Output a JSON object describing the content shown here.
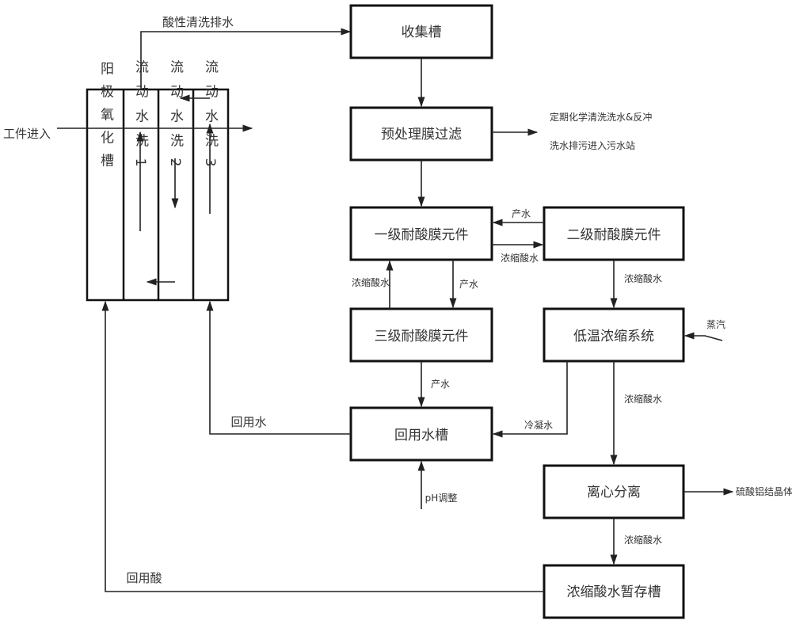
{
  "nodes": {
    "collect": "收集槽",
    "prefilter": "预处理膜过滤",
    "stage1": "一级耐酸膜元件",
    "stage2": "二级耐酸膜元件",
    "stage3": "三级耐酸膜元件",
    "lowtemp": "低温浓缩系统",
    "reuse_tank": "回用水槽",
    "centrifuge": "离心分离",
    "acid_store": "浓缩酸水暂存槽"
  },
  "tank_columns": {
    "anodizing": "阳极氧化槽",
    "rinse1": "流动水洗1",
    "rinse2": "流动水洗2",
    "rinse3": "流动水洗3"
  },
  "edges": {
    "acid_rinse_drain": "酸性清洗排水",
    "workpiece_in": "工件进入",
    "periodic_clean_1": "定期化学清洗洗水&反冲",
    "periodic_clean_2": "洗水排污进入污水站",
    "product_water_2to1": "产水",
    "conc_acid_1to2": "浓缩酸水",
    "conc_acid_3to1": "浓缩酸水",
    "product_water_1to3": "产水",
    "conc_acid_2tolow": "浓缩酸水",
    "steam": "蒸汽",
    "product_water_3toreuse": "产水",
    "reuse_water": "回用水",
    "condensate": "冷凝水",
    "ph_adjust": "pH调整",
    "conc_acid_lowtocent": "浓缩酸水",
    "alum_crystal": "硫酸铝结晶体",
    "conc_acid_centtostore": "浓缩酸水",
    "reuse_acid": "回用酸"
  }
}
